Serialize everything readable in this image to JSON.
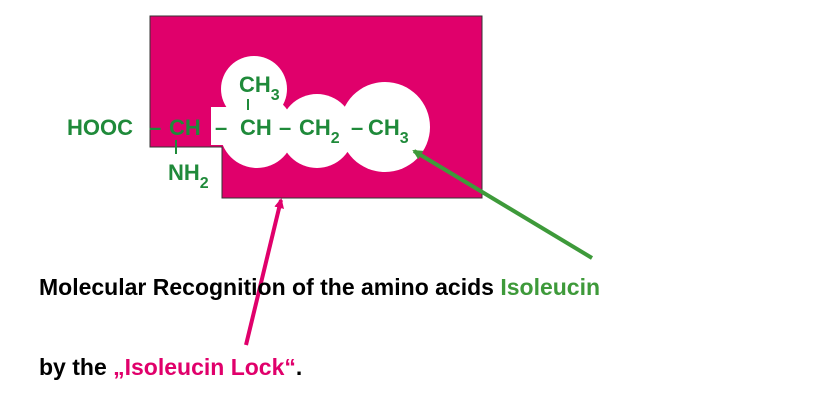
{
  "colors": {
    "lock": "#e0006b",
    "molecule": "#1f8a3a",
    "arrow_green": "#3e9a3a",
    "arrow_pink": "#e0006b",
    "text": "#000000"
  },
  "molecule": {
    "hooc": "HOOC",
    "dash": "–",
    "ch": "CH",
    "ch2": "CH",
    "ch3": "CH",
    "sub2": "2",
    "sub3": "3",
    "nh": "NH"
  },
  "caption": {
    "line1_prefix": "Molecular Recognition of the amino acids ",
    "line1_highlight": "Isoleucin",
    "line2_prefix": "by the ",
    "line2_highlight": "„Isoleucin Lock“",
    "line2_suffix": "."
  }
}
